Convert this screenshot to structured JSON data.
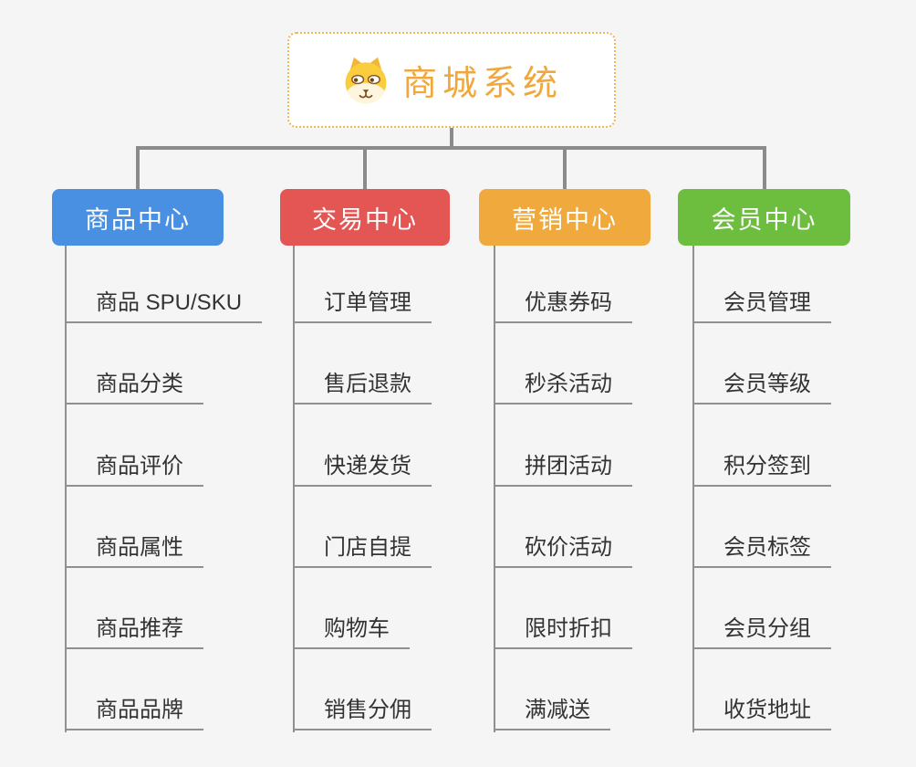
{
  "root": {
    "title": "商城系统",
    "icon": "dog-face-icon",
    "accent_color": "#f0a83c",
    "border_color": "#f2b455"
  },
  "colors": {
    "background": "#f5f5f6",
    "connector": "#8b8b8b",
    "item_line": "#909090",
    "item_text": "#333333",
    "branch_text": "#ffffff"
  },
  "branches": [
    {
      "label": "商品中心",
      "color": "#4a90e2",
      "items": [
        "商品 SPU/SKU",
        "商品分类",
        "商品评价",
        "商品属性",
        "商品推荐",
        "商品品牌"
      ]
    },
    {
      "label": "交易中心",
      "color": "#e35654",
      "items": [
        "订单管理",
        "售后退款",
        "快递发货",
        "门店自提",
        "购物车",
        "销售分佣"
      ]
    },
    {
      "label": "营销中心",
      "color": "#efa93c",
      "items": [
        "优惠券码",
        "秒杀活动",
        "拼团活动",
        "砍价活动",
        "限时折扣",
        "满减送"
      ]
    },
    {
      "label": "会员中心",
      "color": "#6dbe3f",
      "items": [
        "会员管理",
        "会员等级",
        "积分签到",
        "会员标签",
        "会员分组",
        "收货地址"
      ]
    }
  ]
}
